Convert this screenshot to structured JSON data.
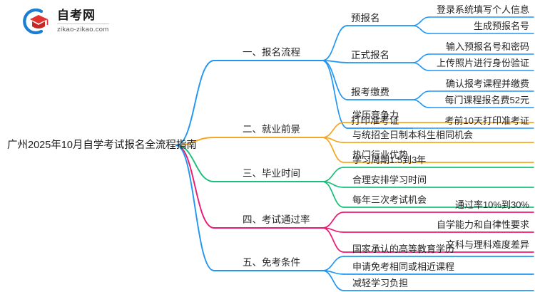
{
  "logo": {
    "title": "自考网",
    "subtitle": "zikao-zikao.com",
    "mark_name": "graduation-cap-logo",
    "arc_color": "#1a7fd4",
    "cap_color": "#e0322e"
  },
  "mindmap": {
    "root": "广州2025年10月自学考试报名全流程指南",
    "branches": [
      {
        "label": "一、报名流程",
        "color": "#2196f3",
        "children": [
          {
            "label": "预报名",
            "leaves": [
              "登录系统填写个人信息",
              "生成预报名号"
            ]
          },
          {
            "label": "正式报名",
            "leaves": [
              "输入预报名号和密码",
              "上传照片进行身份验证"
            ]
          },
          {
            "label": "报考缴费",
            "leaves": [
              "确认报考课程并缴费",
              "每门课程报名费52元"
            ]
          },
          {
            "label": "打印准考证",
            "leaves": [
              "考前10天打印准考证"
            ]
          }
        ]
      },
      {
        "label": "二、就业前景",
        "color": "#f5a623",
        "children": [
          {
            "label": "",
            "leaves": [
              "学历竞争力"
            ]
          },
          {
            "label": "",
            "leaves": [
              "与统招全日制本科生相同机会"
            ]
          },
          {
            "label": "",
            "leaves": [
              "热门行业优势"
            ]
          }
        ]
      },
      {
        "label": "三、毕业时间",
        "color": "#18c07a",
        "children": [
          {
            "label": "",
            "leaves": [
              "学习周期1.5到3年"
            ]
          },
          {
            "label": "",
            "leaves": [
              "合理安排学习时间"
            ]
          },
          {
            "label": "",
            "leaves": [
              "每年三次考试机会"
            ]
          }
        ]
      },
      {
        "label": "四、考试通过率",
        "color": "#ec1a72",
        "children": [
          {
            "label": "",
            "leaves": [
              "通过率10%到30%"
            ]
          },
          {
            "label": "",
            "leaves": [
              "自学能力和自律性要求"
            ]
          },
          {
            "label": "",
            "leaves": [
              "文科与理科难度差异"
            ]
          }
        ]
      },
      {
        "label": "五、免考条件",
        "color": "#2196f3",
        "children": [
          {
            "label": "",
            "leaves": [
              "国家承认的高等教育学历"
            ]
          },
          {
            "label": "",
            "leaves": [
              "申请免考相同或相近课程"
            ]
          },
          {
            "label": "",
            "leaves": [
              "减轻学习负担"
            ]
          }
        ]
      }
    ]
  }
}
